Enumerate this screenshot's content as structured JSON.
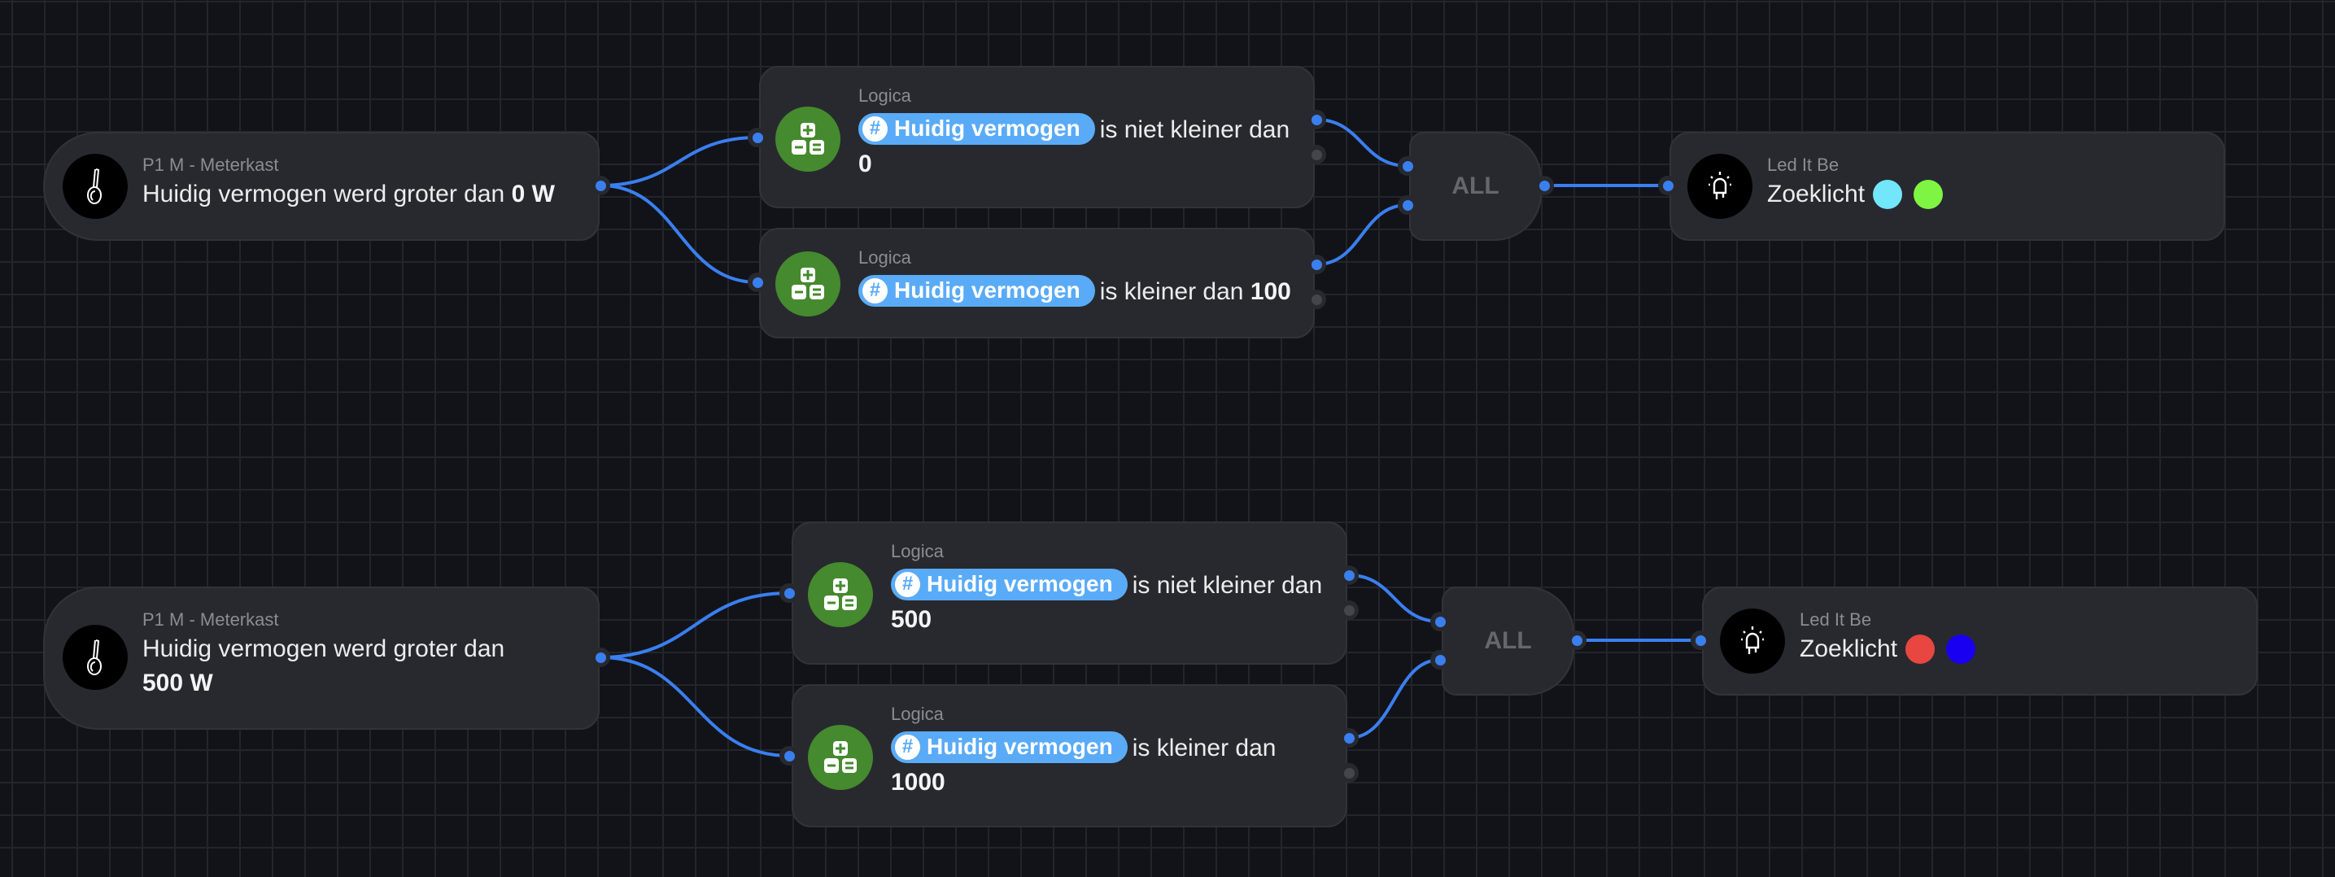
{
  "canvas": {
    "flows": [
      {
        "trigger": {
          "device": "P1 M - Meterkast",
          "text": "Huidig vermogen werd groter dan",
          "value": "0 W",
          "icon": "p1-meter-icon"
        },
        "conditions": [
          {
            "title": "Logica",
            "token": "Huidig vermogen",
            "token_icon": "#",
            "text": "is niet kleiner dan",
            "value": "0",
            "icon": "calculator-icon"
          },
          {
            "title": "Logica",
            "token": "Huidig vermogen",
            "token_icon": "#",
            "text": "is kleiner dan",
            "value": "100",
            "icon": "calculator-icon"
          }
        ],
        "gate": {
          "label": "ALL"
        },
        "action": {
          "device": "Led It Be",
          "text": "Zoeklicht",
          "colors": [
            "#72e6fa",
            "#7ef542"
          ],
          "icon": "led-icon"
        }
      },
      {
        "trigger": {
          "device": "P1 M - Meterkast",
          "text": "Huidig vermogen werd groter dan",
          "value": "500 W",
          "icon": "p1-meter-icon"
        },
        "conditions": [
          {
            "title": "Logica",
            "token": "Huidig vermogen",
            "token_icon": "#",
            "text": "is niet kleiner dan",
            "value": "500",
            "icon": "calculator-icon"
          },
          {
            "title": "Logica",
            "token": "Huidig vermogen",
            "token_icon": "#",
            "text": "is kleiner dan",
            "value": "1000",
            "icon": "calculator-icon"
          }
        ],
        "gate": {
          "label": "ALL"
        },
        "action": {
          "device": "Led It Be",
          "text": "Zoeklicht",
          "colors": [
            "#e84640",
            "#1a00f0"
          ],
          "icon": "led-icon"
        }
      }
    ],
    "colors": {
      "edge": "#3a7ff0",
      "token": "#5aabf7",
      "logic_icon_bg": "#458a2e"
    }
  }
}
